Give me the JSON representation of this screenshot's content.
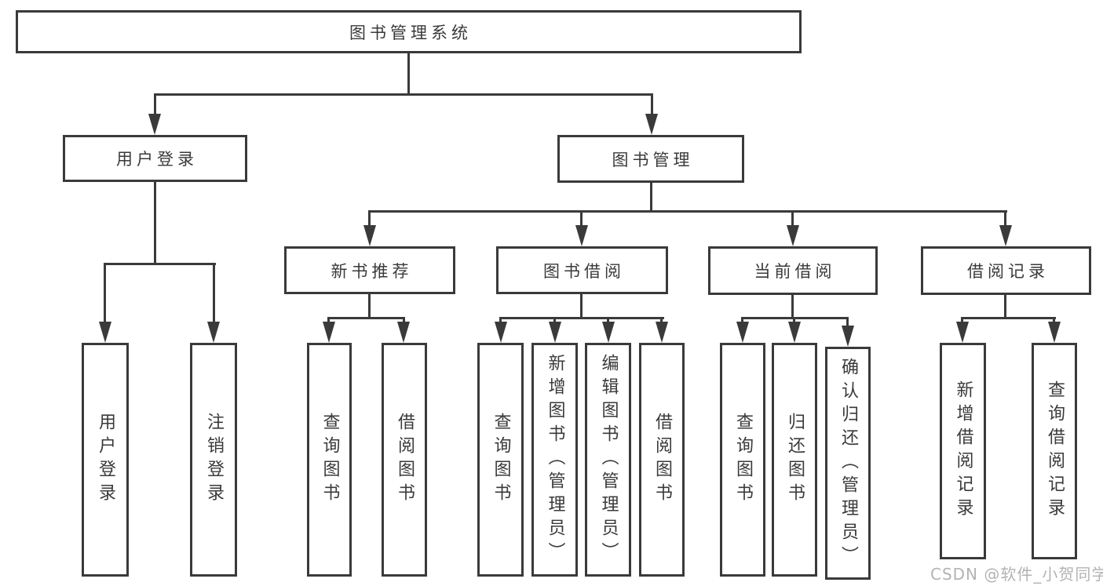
{
  "diagram": {
    "root": {
      "label": "图书管理系统"
    },
    "branches": [
      {
        "label": "用户登录",
        "children": [
          {
            "label": "用户登录"
          },
          {
            "label": "注销登录"
          }
        ]
      },
      {
        "label": "图书管理",
        "children": [
          {
            "label": "新书推荐",
            "children": [
              {
                "label": "查询图书"
              },
              {
                "label": "借阅图书"
              }
            ]
          },
          {
            "label": "图书借阅",
            "children": [
              {
                "label": "查询图书"
              },
              {
                "label": "新增图书（管理员）"
              },
              {
                "label": "编辑图书（管理员）"
              },
              {
                "label": "借阅图书"
              }
            ]
          },
          {
            "label": "当前借阅",
            "children": [
              {
                "label": "查询图书"
              },
              {
                "label": "归还图书"
              },
              {
                "label": "确认归还（管理员）"
              }
            ]
          },
          {
            "label": "借阅记录",
            "children": [
              {
                "label": "新增借阅记录"
              },
              {
                "label": "查询借阅记录"
              }
            ]
          }
        ]
      }
    ]
  },
  "watermark": "CSDN @软件_小贺同学",
  "colors": {
    "line": "#3a3a3a",
    "text": "#3a3a3a",
    "watermark": "#b3b3b3",
    "background": "#ffffff"
  }
}
